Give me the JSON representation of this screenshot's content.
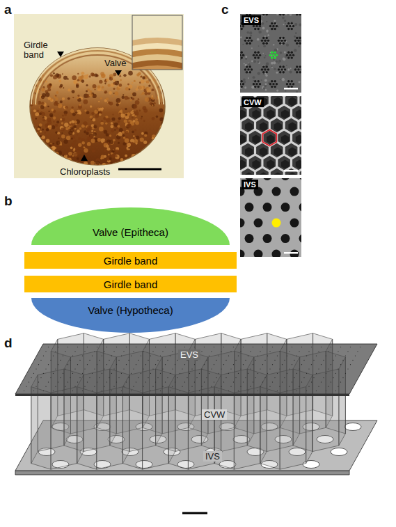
{
  "diagram": {
    "nodes": [
      {
        "text": [
          "Valve (Epitheca)"
        ]
      },
      {
        "text": [
          "Girdle band"
        ]
      },
      {
        "text": [
          "Girdle band"
        ]
      },
      {
        "text": [
          "Valve (Hypotheca)"
        ]
      }
    ],
    "labels": [
      "a",
      "Girdle band",
      "Valve",
      "Chloroplasts",
      "b",
      "c",
      "EVS",
      "CVW",
      "IVS",
      "d",
      "EVS",
      "CVW",
      "IVS"
    ]
  }
}
